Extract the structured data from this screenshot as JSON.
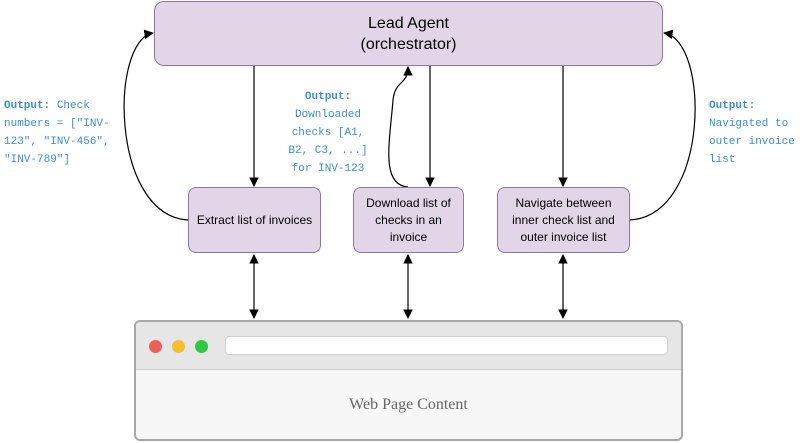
{
  "lead": {
    "title": "Lead Agent",
    "subtitle": "(orchestrator)"
  },
  "nodes": [
    {
      "label": "Extract list of invoices"
    },
    {
      "label": "Download list of checks in an invoice"
    },
    {
      "label": "Navigate between inner check list and outer invoice list"
    }
  ],
  "annotations": [
    {
      "key": "Output:",
      "text": " Check\nnumbers = [\"INV-\n123\", \"INV-456\",\n\"INV-789\"]"
    },
    {
      "key": "Output:",
      "text": "\nDownloaded\nchecks [A1,\nB2, C3, ...]\nfor INV-123"
    },
    {
      "key": "Output:",
      "text": "\nNavigated to\nouter invoice\nlist"
    }
  ],
  "browser": {
    "content_label": "Web Page Content"
  },
  "colors": {
    "node_fill": "#e1d5e7",
    "node_stroke": "#9673a6",
    "annotation": "#3a8fd6"
  }
}
